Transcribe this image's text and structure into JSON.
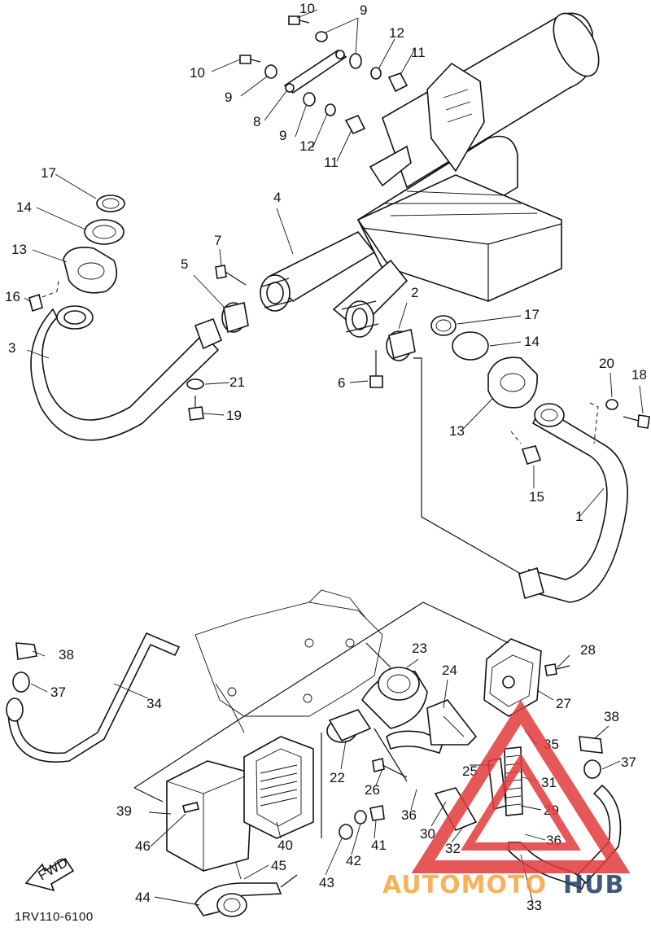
{
  "diagram_code": "1RV110-6100",
  "direction_label": "FWD",
  "watermark": {
    "word_a": "AUTOMOTO",
    "word_b": "HUB",
    "color_a": "#f4a640",
    "color_b": "#1f3b66",
    "triangle_color": "#e23b3b"
  },
  "callouts": [
    "1",
    "2",
    "3",
    "4",
    "5",
    "6",
    "7",
    "8",
    "9",
    "9",
    "9",
    "10",
    "10",
    "11",
    "11",
    "12",
    "12",
    "13",
    "13",
    "14",
    "14",
    "15",
    "16",
    "17",
    "17",
    "18",
    "19",
    "20",
    "21",
    "22",
    "23",
    "24",
    "25",
    "26",
    "27",
    "28",
    "29",
    "30",
    "31",
    "32",
    "33",
    "35",
    "34",
    "36",
    "36",
    "37",
    "37",
    "38",
    "38",
    "39",
    "40",
    "41",
    "42",
    "43",
    "44",
    "45",
    "46"
  ]
}
